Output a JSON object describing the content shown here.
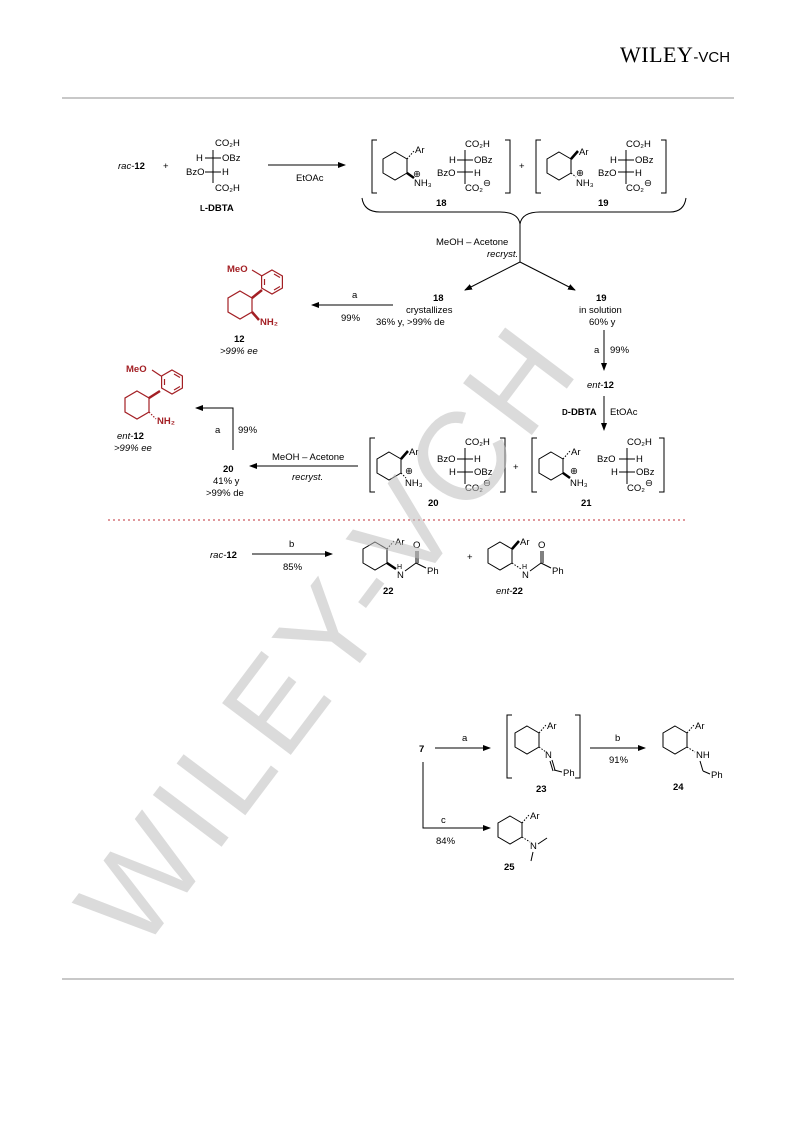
{
  "header": {
    "brand": "WILEY",
    "brand_suffix": "-VCH"
  },
  "watermark": "WILEY-VCH",
  "scheme1": {
    "racemate": {
      "prefix": "rac-",
      "num": "12"
    },
    "plus": "+",
    "dbta_label": {
      "prefix": "L",
      "suffix": "-DBTA"
    },
    "dbta_groups": {
      "co2h": "CO₂H",
      "obz": "OBz",
      "h": "H",
      "bzo": "BzO"
    },
    "conditions_etoac": "EtOAc",
    "salt18": "18",
    "salt19": "19",
    "salt20": "20",
    "salt21": "21",
    "ar": "Ar",
    "nh3": "NH₃",
    "co2": "CO₂",
    "plus_charge": "⊕",
    "minus_charge": "⊖",
    "recryst_solvent": "MeOH – Acetone",
    "recryst": "recryst.",
    "arrow_a": "a",
    "yield_99": "99%",
    "s18_title": "18",
    "s18_state": "crystallizes",
    "s18_yield": "36% y, >99% de",
    "s19_title": "19",
    "s19_state": "in solution",
    "s19_yield": "60% y",
    "prod12": {
      "num": "12",
      "ee": ">99% ee",
      "meo": "MeO",
      "nh2": "NH₂"
    },
    "ent12": {
      "prefix": "ent-",
      "num": "12"
    },
    "d_dbta": {
      "prefix": "D",
      "suffix": "-DBTA"
    },
    "s20_title": "20",
    "s20_yield": "41% y",
    "s20_de": ">99% de",
    "ent12_prod": {
      "prefix": "ent-",
      "num": "12",
      "ee": ">99% ee"
    }
  },
  "scheme2": {
    "reactant": {
      "prefix": "rac-",
      "num": "12"
    },
    "arrow_b": "b",
    "yield": "85%",
    "p22": "22",
    "p22ent": {
      "prefix": "ent-",
      "num": "22"
    },
    "ph": "Ph",
    "o": "O",
    "n": "N",
    "h": "H",
    "plus": "+"
  },
  "scheme3": {
    "start": "7",
    "a": "a",
    "b": "b",
    "c": "c",
    "yield_b": "91%",
    "yield_c": "84%",
    "p23": "23",
    "p24": "24",
    "p25": "25",
    "ph": "Ph",
    "n": "N",
    "nh": "NH",
    "ar": "Ar"
  }
}
